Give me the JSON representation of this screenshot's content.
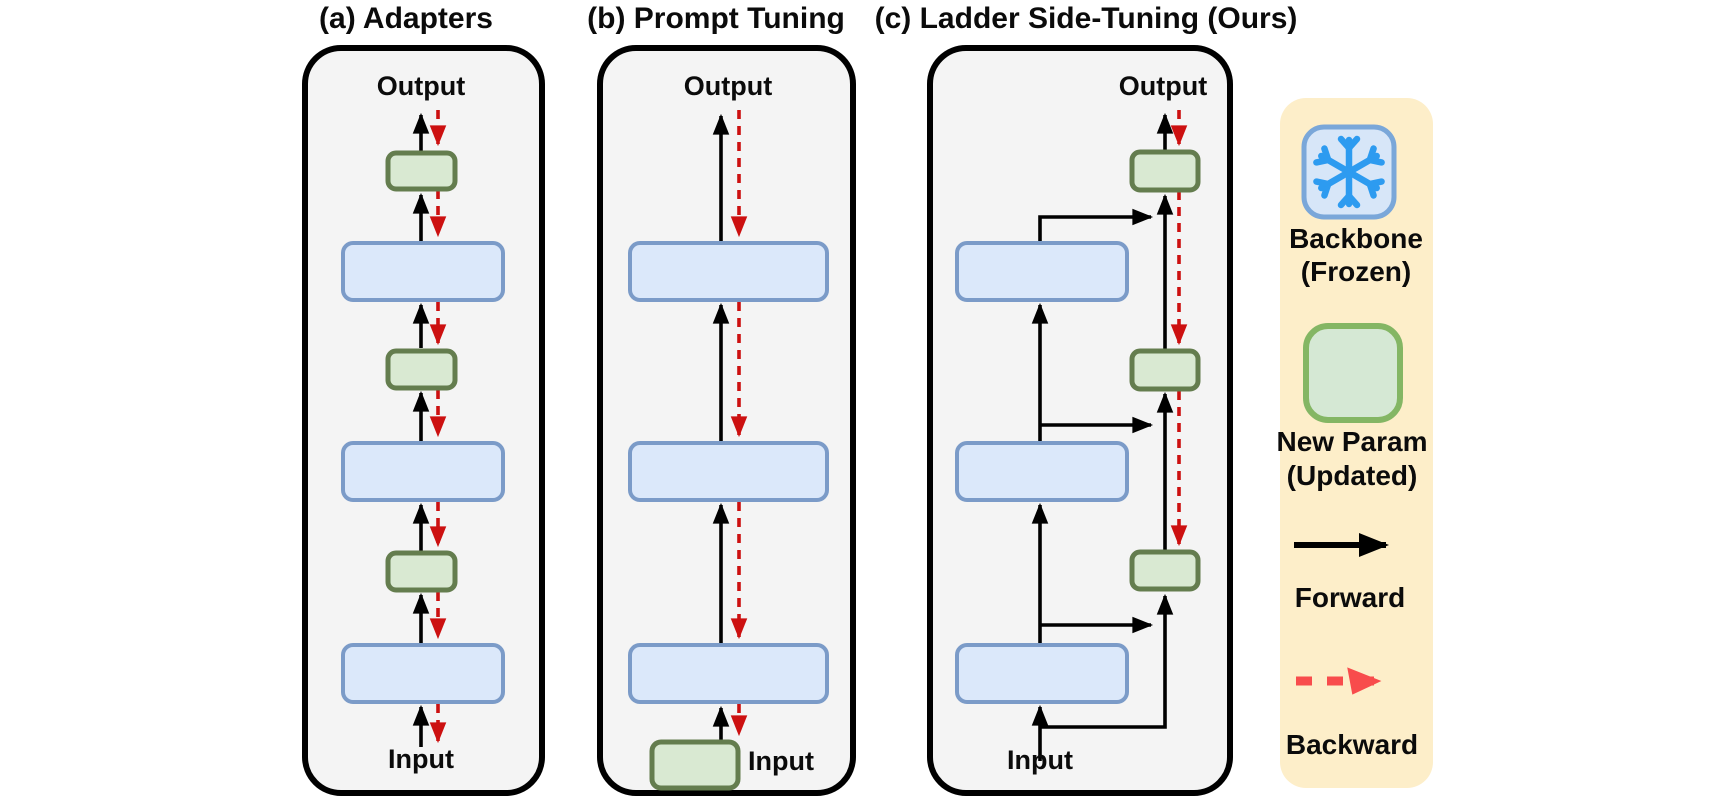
{
  "titles": {
    "a": "(a) Adapters",
    "b": "(b) Prompt Tuning",
    "c": "(c) Ladder Side-Tuning (Ours)"
  },
  "panel_a": {
    "output": "Output",
    "input": "Input"
  },
  "panel_b": {
    "output": "Output",
    "input": "Input"
  },
  "panel_c": {
    "output": "Output",
    "input": "Input"
  },
  "legend": {
    "backbone": {
      "line1": "Backbone",
      "line2": "(Frozen)"
    },
    "new_param": {
      "line1": "New Param",
      "line2": "(Updated)"
    },
    "forward": "Forward",
    "backward": "Backward"
  },
  "icons": {
    "snowflake": "snowflake-icon",
    "new_param_swatch": "green-rounded-square",
    "forward": "black-solid-arrow",
    "backward": "red-dashed-arrow"
  },
  "colors": {
    "panel_bg": "#f4f4f4",
    "panel_border": "#000000",
    "backbone_box_fill": "#dbe8fa",
    "backbone_box_border": "#7b9bc8",
    "new_param_fill": "#d9e9d2",
    "new_param_border": "#647d4e",
    "legend_green_fill": "#d5e8d4",
    "legend_green_border": "#84b664",
    "forward_arrow": "#000000",
    "backward_arrow": "#cc1010",
    "legend_backward_arrow": "#f84c4c",
    "legend_bg": "#fdeec9",
    "snowflake": "#2d9bf0",
    "snowflake_tile_fill": "#d7e6f8",
    "snowflake_tile_border": "#7aa7d9"
  }
}
